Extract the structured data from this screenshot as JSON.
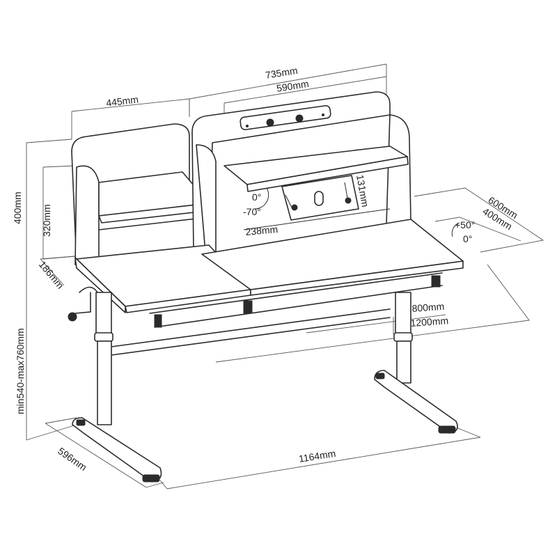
{
  "dimensions": {
    "overall_shelf_width": "735mm",
    "top_shelf_width": "590mm",
    "left_shelf_width": "445mm",
    "back_height": "400mm",
    "shelf_height": "320mm",
    "side_depth": "186mm",
    "height_range": "min540-max760mm",
    "tilt_zero": "0°",
    "tilt_minus_70": "-70°",
    "tablet_width": "238mm",
    "bracket_height": "131mm",
    "desk_depth": "600mm",
    "tilt_top_depth": "400mm",
    "tilt_plus_50": "+50°",
    "desk_tilt_zero": "0°",
    "tilt_width": "800mm",
    "desk_width": "1200mm",
    "foot_depth": "596mm",
    "foot_width": "1164mm"
  }
}
